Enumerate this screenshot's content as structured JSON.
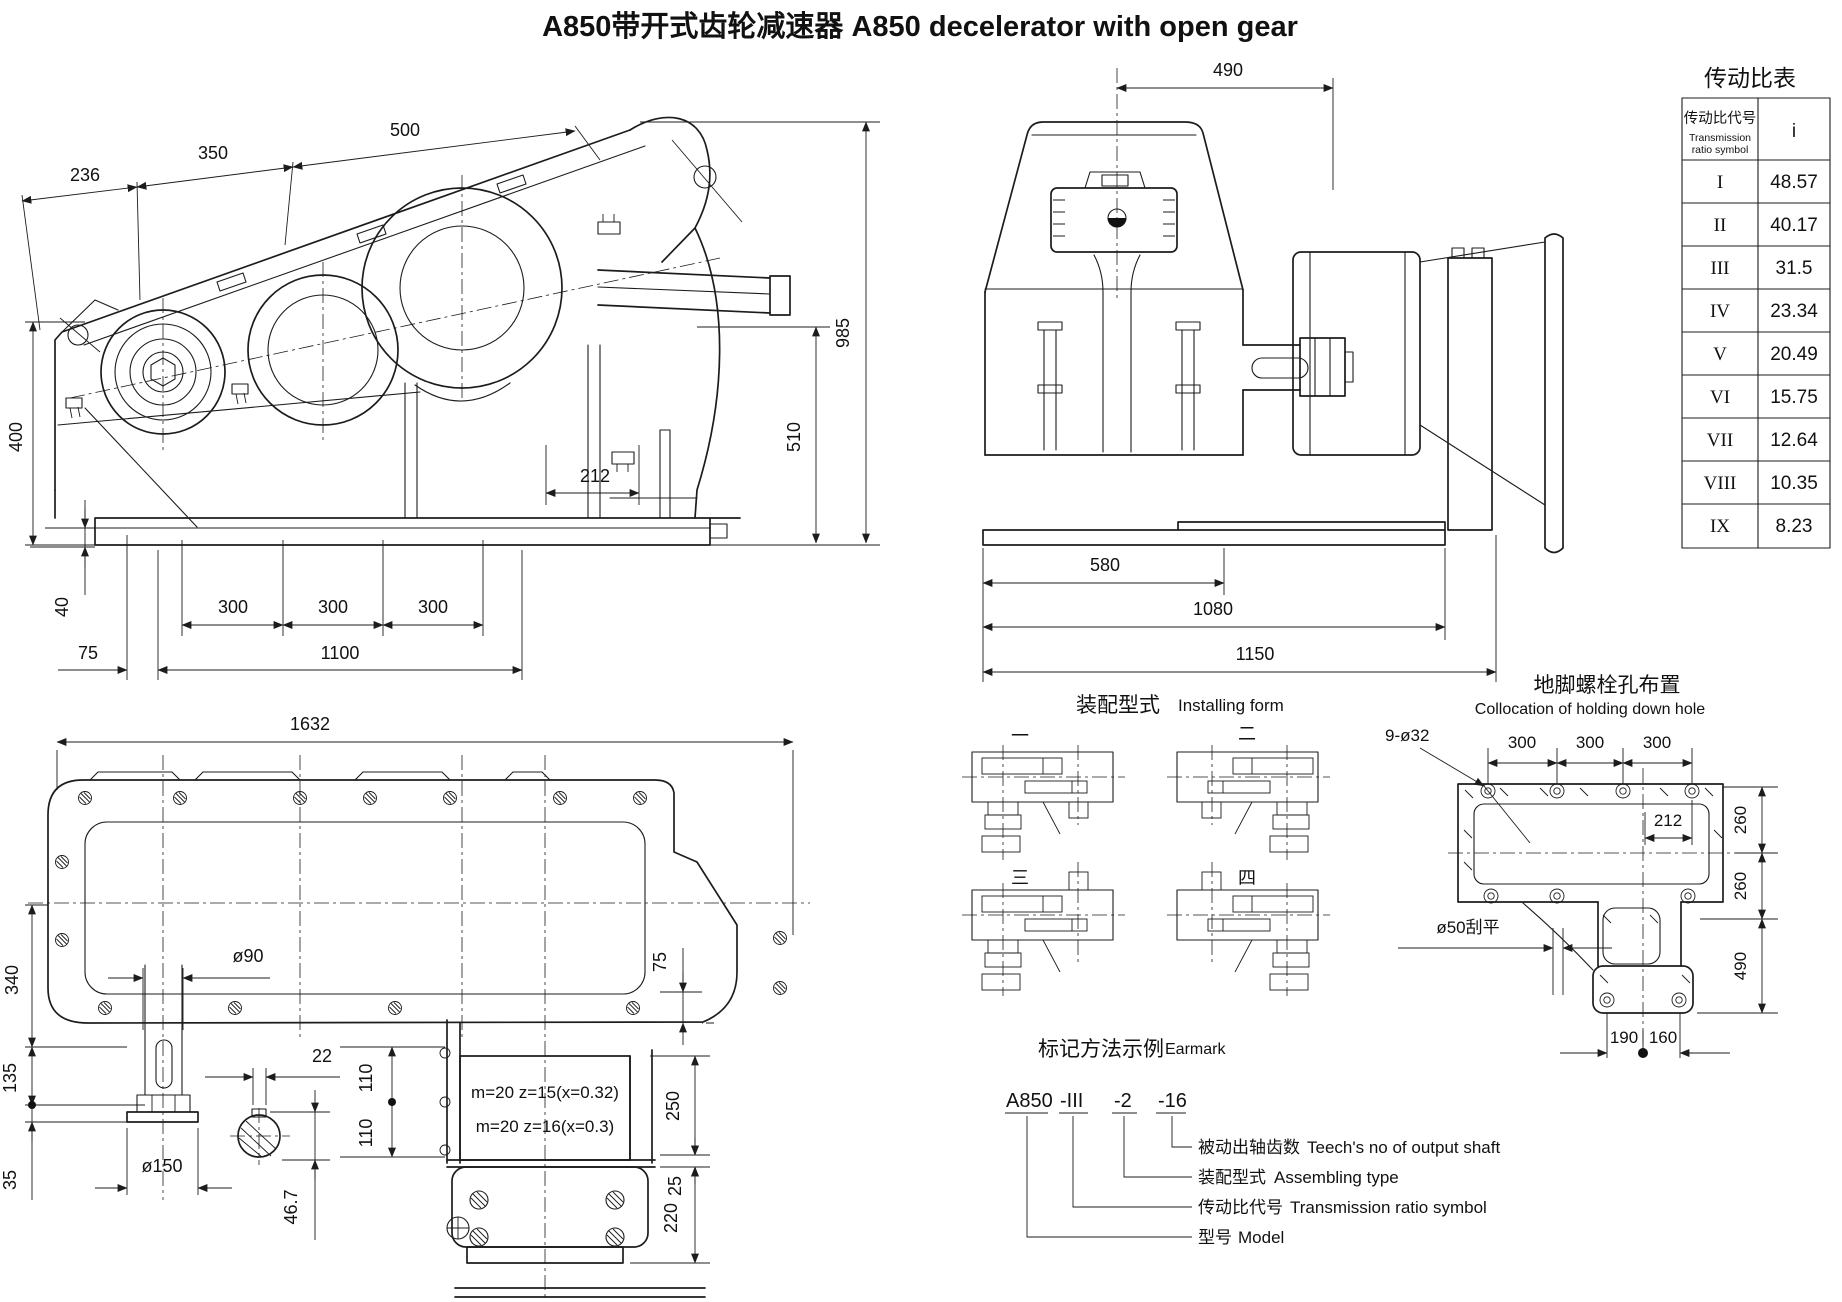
{
  "page_title": "A850带开式齿轮减速器 A850 decelerator with open gear",
  "ratio_table": {
    "title": "传动比表",
    "col1_cn": "传动比代号",
    "col1_en1": "Transmission",
    "col1_en2": "ratio symbol",
    "col2": "i",
    "rows": [
      {
        "symbol": "I",
        "value": "48.57"
      },
      {
        "symbol": "II",
        "value": "40.17"
      },
      {
        "symbol": "III",
        "value": "31.5"
      },
      {
        "symbol": "IV",
        "value": "23.34"
      },
      {
        "symbol": "V",
        "value": "20.49"
      },
      {
        "symbol": "VI",
        "value": "15.75"
      },
      {
        "symbol": "VII",
        "value": "12.64"
      },
      {
        "symbol": "VIII",
        "value": "10.35"
      },
      {
        "symbol": "IX",
        "value": "8.23"
      }
    ]
  },
  "side_view": {
    "dims": {
      "w236": "236",
      "w350": "350",
      "w500": "500",
      "h985": "985",
      "h510": "510",
      "h400": "400",
      "w212": "212",
      "h40": "40",
      "w75": "75",
      "w300_1": "300",
      "w300_2": "300",
      "w300_3": "300",
      "w1100": "1100"
    }
  },
  "front_view": {
    "dims": {
      "w490": "490",
      "w580": "580",
      "w1080": "1080",
      "w1150": "1150"
    }
  },
  "top_view": {
    "dims": {
      "w1632": "1632",
      "h340": "340",
      "h135": "135",
      "h35": "35",
      "dia90": "ø90",
      "dia150": "ø150",
      "w22": "22",
      "h46_7": "46.7",
      "h110_1": "110",
      "h110_2": "110",
      "h75": "75",
      "h250": "250",
      "h25": "25",
      "h220": "220"
    },
    "gear_note_1": "m=20 z=15(x=0.32)",
    "gear_note_2": "m=20 z=16(x=0.3)"
  },
  "installing_form": {
    "title_cn": "装配型式",
    "title_en": "Installing form",
    "type_1": "一",
    "type_2": "二",
    "type_3": "三",
    "type_4": "四"
  },
  "holding_hole": {
    "title_cn": "地脚螺栓孔布置",
    "title_en": "Collocation of holding down hole",
    "dims": {
      "holes": "9-ø32",
      "w300_1": "300",
      "w300_2": "300",
      "w300_3": "300",
      "w212": "212",
      "h260_1": "260",
      "h260_2": "260",
      "h490": "490",
      "w190": "190",
      "w160": "160",
      "scrape": "ø50刮平"
    }
  },
  "earmark": {
    "title_cn": "标记方法示例",
    "title_en": "Earmark",
    "code": {
      "model": "A850",
      "ratio": "-III",
      "assembly": "-2",
      "teeth": "-16"
    },
    "legend": [
      {
        "cn": "被动出轴齿数",
        "en": "Teech's no of output shaft"
      },
      {
        "cn": "装配型式",
        "en": "Assembling type"
      },
      {
        "cn": "传动比代号",
        "en": "Transmission ratio symbol"
      },
      {
        "cn": "型号",
        "en": "Model"
      }
    ]
  }
}
